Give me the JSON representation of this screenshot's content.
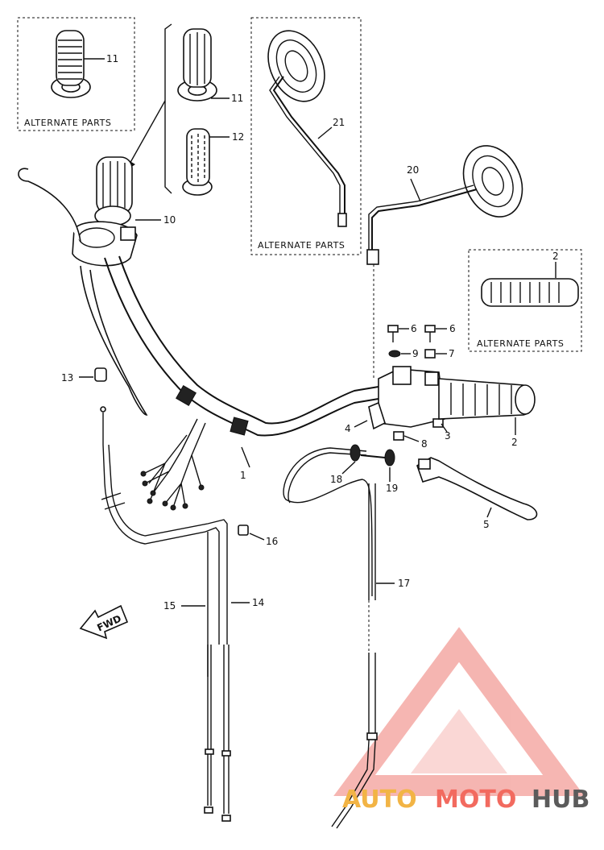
{
  "alternate_parts_label": "ALTERNATE PARTS",
  "part_numbers": {
    "p1": "1",
    "p2": "2",
    "p2b": "2",
    "p3": "3",
    "p4": "4",
    "p5": "5",
    "p6a": "6",
    "p6b": "6",
    "p7": "7",
    "p8": "8",
    "p9": "9",
    "p10": "10",
    "p11a": "11",
    "p11b": "11",
    "p12": "12",
    "p13": "13",
    "p14": "14",
    "p15": "15",
    "p16": "16",
    "p17": "17",
    "p18": "18",
    "p19": "19",
    "p20": "20",
    "p21": "21"
  },
  "direction_arrow": "FWD",
  "watermark": {
    "part1": "AUTO",
    "part2": "MOTO",
    "part3": "HUB",
    "colors": {
      "auto": "#f2b445",
      "moto": "#f26a5f",
      "hub": "#5b5b5b",
      "logo": "#f4a9a4"
    }
  }
}
